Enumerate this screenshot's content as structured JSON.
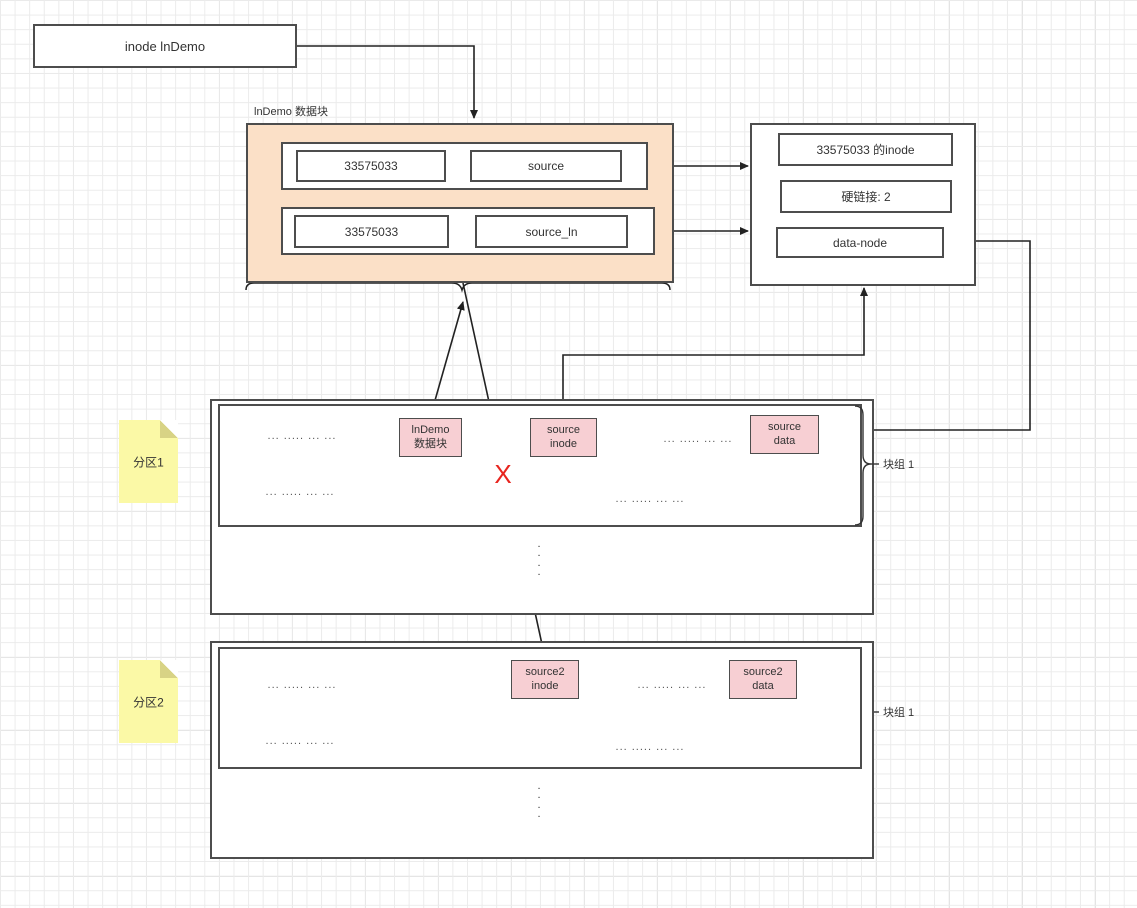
{
  "diagram": {
    "title_box": {
      "label": "inode lnDemo"
    },
    "dir_block": {
      "caption": "lnDemo 数据块",
      "entries": [
        {
          "inode": "33575033",
          "name": "source"
        },
        {
          "inode": "33575033",
          "name": "source_ln"
        }
      ]
    },
    "inode_box": {
      "rows": [
        "33575033 的inode",
        "硬链接: 2",
        "data-node"
      ]
    },
    "partitions": [
      {
        "note": "分区1",
        "group_label": "块组 1",
        "filler": [
          "... ..... ... ...",
          "... ..... ... ...",
          "... ..... ... ..."
        ],
        "blocks": [
          {
            "line1": "lnDemo",
            "line2": "数据块"
          },
          {
            "line1": "source",
            "line2": "inode"
          },
          {
            "line1": "source",
            "line2": "data"
          }
        ],
        "vdots": "...."
      },
      {
        "note": "分区2",
        "group_label": "块组 1",
        "filler": [
          "... ..... ... ...",
          "... ..... ... ...",
          "... ..... ... ..."
        ],
        "blocks": [
          {
            "line1": "source2",
            "line2": "inode"
          },
          {
            "line1": "source2",
            "line2": "data"
          }
        ],
        "vdots": "...."
      }
    ],
    "markers": {
      "invalid": "X"
    },
    "colors": {
      "dir_block_fill": "#fbe0c7",
      "data_block_fill": "#f7cfd3",
      "note_fill": "#fbf9a6",
      "stroke": "#4d4d4d",
      "invalid_marker": "#e8251f",
      "grid": "#ebebeb"
    }
  }
}
